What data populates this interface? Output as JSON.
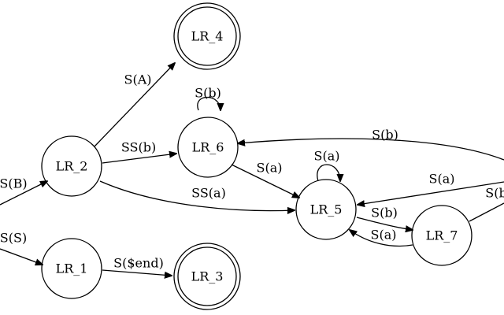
{
  "nodes": {
    "lr_1": "LR_1",
    "lr_2": "LR_2",
    "lr_3": "LR_3",
    "lr_4": "LR_4",
    "lr_5": "LR_5",
    "lr_6": "LR_6",
    "lr_7": "LR_7"
  },
  "accepting_states": [
    "LR_3",
    "LR_4"
  ],
  "edges": {
    "start_s": "S(S)",
    "start_b": "S(B)",
    "lr2_lr4": "S(A)",
    "lr2_lr6": "SS(b)",
    "lr2_lr5": "SS(a)",
    "lr1_lr3": "S($end)",
    "lr6_self": "S(b)",
    "lr6_lr5": "S(a)",
    "lr5_self": "S(a)",
    "lr5_lr7": "S(b)",
    "lr7_lr5": "S(a)",
    "offscreen_lr6": "S(b)",
    "offscreen_lr5": "S(a)",
    "offscreen_partial": "S(b"
  }
}
